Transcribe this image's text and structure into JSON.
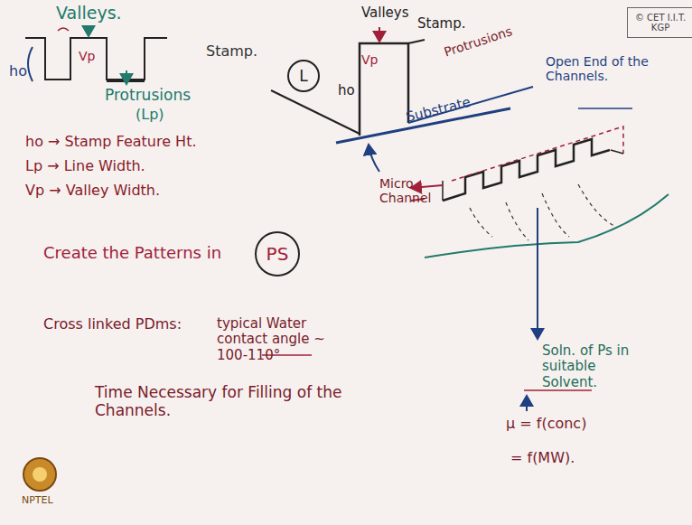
{
  "diagram": {
    "nodes": [
      {
        "text": [
          "© CET I.I.T. KGP"
        ]
      },
      {
        "text": [
          "L"
        ]
      },
      {
        "text": [
          "PS"
        ]
      }
    ],
    "labels": [
      "Valleys.",
      "Stamp.",
      "Vp",
      "ho",
      "Protrusions",
      "(Lp)",
      "ho → Stamp Feature Ht.",
      "Lp → Line Width.",
      "Vp → Valley Width.",
      "Create the Patterns in",
      "Cross linked PDms:",
      "typical Water contact angle ~ 100-110°",
      "Time Necessary for Filling of the Channels.",
      "Valleys",
      "Vp",
      "Stamp.",
      "Protrusions",
      "ho",
      "Substrate",
      "Micro Channel",
      "Open End of the Channels.",
      "Soln. of Ps in suitable Solvent.",
      "μ = f(conc)",
      "= f(MW).",
      "NPTEL"
    ]
  }
}
